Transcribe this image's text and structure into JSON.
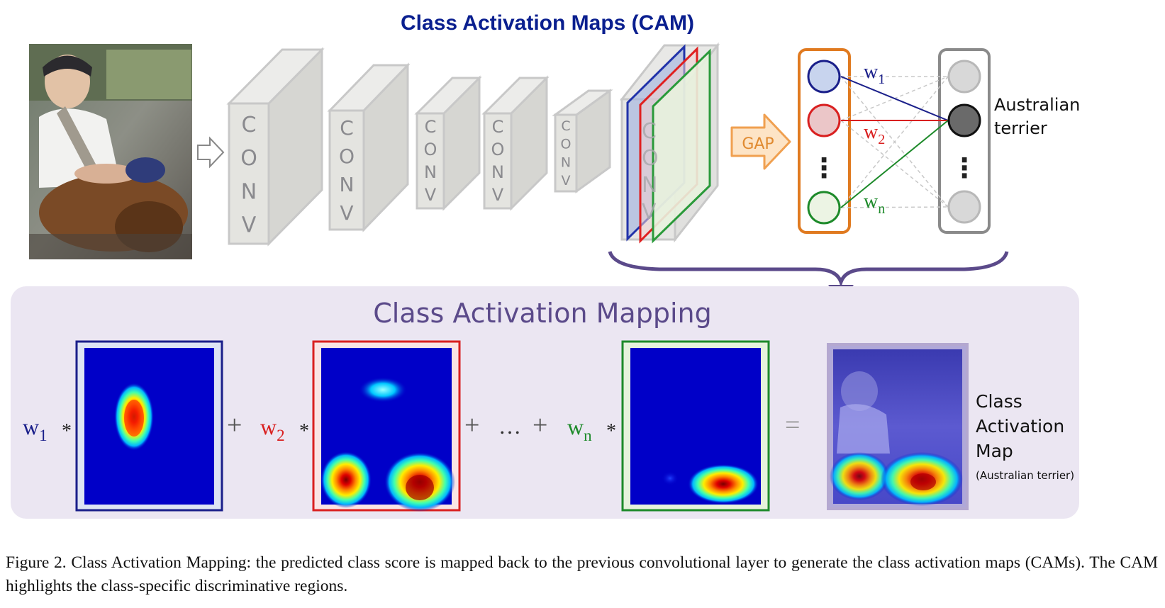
{
  "title": "Class Activation Maps (CAM)",
  "conv_label": "CONV",
  "conv_letters": [
    "C",
    "O",
    "N",
    "V"
  ],
  "gap_label": "GAP",
  "weights": {
    "base": "w",
    "subs": [
      "1",
      "2",
      "n"
    ]
  },
  "ellipsis": "⋮",
  "output_class": [
    "Australian",
    "terrier"
  ],
  "mapping_title": "Class Activation Mapping",
  "equation": {
    "multiply": "*",
    "plus": "+",
    "dots": "…",
    "equals": "="
  },
  "result_label": [
    "Class",
    "Activation",
    "Map"
  ],
  "result_sublabel": "(Australian terrier)",
  "caption": "Figure 2. Class Activation Mapping: the predicted class score is mapped back to the previous convolutional layer to generate the class activation maps (CAMs). The CAM highlights the class-specific discriminative regions.",
  "colors": {
    "title": "#0a1f8f",
    "w1": "#1a1f8a",
    "w2": "#d92020",
    "wn": "#1d8a2a",
    "gap": "#f0a050",
    "purple": "#5b4a8a",
    "panel": "#ebe6f2",
    "heatmap_bg": "#0000c8"
  },
  "icons": [
    "input-photo",
    "arrow-right-icon",
    "gap-arrow-icon",
    "curly-brace-arrow-icon"
  ]
}
